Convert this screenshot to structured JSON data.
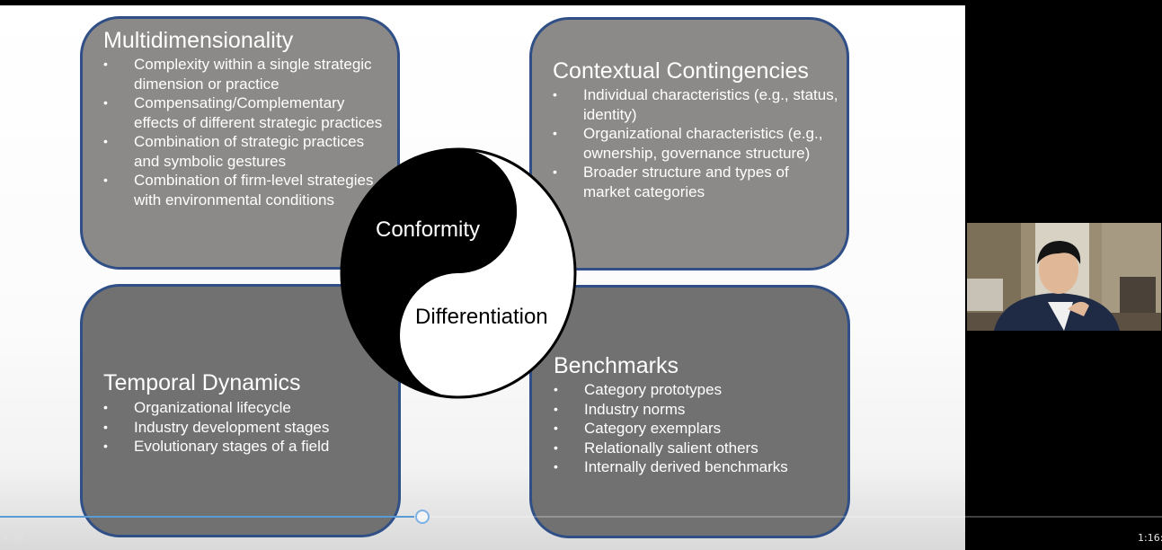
{
  "slide": {
    "multidimensionality": {
      "title": "Multidimensionality",
      "items": [
        "Complexity within a single strategic dimension or practice",
        "Compensating/Complementary effects of different strategic practices",
        "Combination of strategic practices and symbolic gestures",
        "Combination of firm-level strategies with environmental conditions"
      ]
    },
    "contextual": {
      "title": "Contextual Contingencies",
      "items": [
        "Individual characteristics (e.g., status, identity)",
        "Organizational characteristics (e.g., ownership, governance structure)",
        "Broader structure and types of market categories"
      ]
    },
    "temporal": {
      "title": "Temporal Dynamics",
      "items": [
        "Organizational lifecycle",
        "Industry development stages",
        "Evolutionary stages of a field"
      ]
    },
    "benchmarks": {
      "title": "Benchmarks",
      "items": [
        "Category prototypes",
        "Industry norms",
        "Category exemplars",
        "Relationally salient others",
        "Internally derived benchmarks"
      ]
    },
    "yinyang": {
      "top_label": "Conformity",
      "bottom_label": "Differentiation"
    }
  },
  "player": {
    "current_time": "4:08",
    "total_time": "1:16:",
    "progress": 0.36
  },
  "colors": {
    "box_border": "#2f4f86",
    "box_fill": "#8c8a88",
    "box_fill_dark": "#727171",
    "progress": "#5a9bd5"
  }
}
